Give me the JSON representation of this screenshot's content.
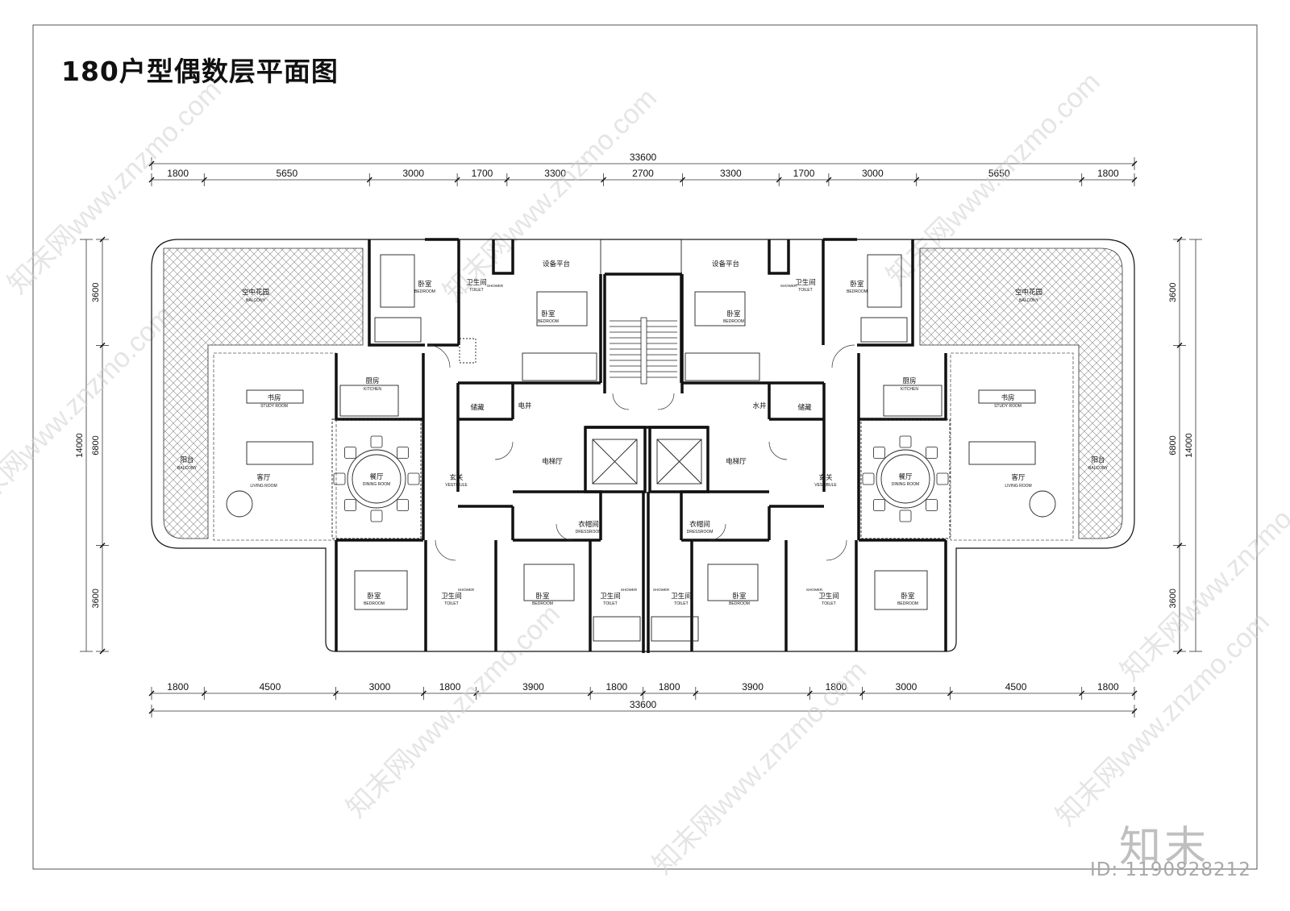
{
  "title": "180户型偶数层平面图",
  "watermark": {
    "brand": "知末",
    "id": "ID: 1190828212",
    "tile_text": "知末网www.znzmo.com"
  },
  "dimensions": {
    "top_total": "33600",
    "top_segments": [
      "1800",
      "5650",
      "3000",
      "1700",
      "3300",
      "2700",
      "3300",
      "1700",
      "3000",
      "5650",
      "1800"
    ],
    "bottom_total": "33600",
    "bottom_segments": [
      "1800",
      "4500",
      "3000",
      "1800",
      "3900",
      "1800",
      "1800",
      "3900",
      "1800",
      "3000",
      "4500",
      "1800"
    ],
    "left_total": "14000",
    "left_segments": [
      "3600",
      "6800",
      "3600"
    ],
    "right_total": "14000",
    "right_segments": [
      "3600",
      "6800",
      "3600"
    ]
  },
  "rooms": {
    "sky_garden": {
      "cn": "空中花园",
      "en": "BALCONY"
    },
    "balcony": {
      "cn": "阳台",
      "en": "BALCONY"
    },
    "study": {
      "cn": "书房",
      "en": "STUDY ROOM"
    },
    "living": {
      "cn": "客厅",
      "en": "LIVING ROOM"
    },
    "kitchen": {
      "cn": "厨房",
      "en": "KITCHEN"
    },
    "dining": {
      "cn": "餐厅",
      "en": "DINING ROOM"
    },
    "bedroom": {
      "cn": "卧室",
      "en": "BEDROOM"
    },
    "toilet": {
      "cn": "卫生间",
      "en": "TOILET"
    },
    "storage": "储藏",
    "vestibule": {
      "cn": "玄关",
      "en": "VESTIBULE"
    },
    "equipment_platform": "设备平台",
    "elevator_hall": "电梯厅",
    "electric_shaft": "电井",
    "water_shaft": "水井",
    "dressing": {
      "cn": "衣帽间",
      "en": "DRESSROOM"
    },
    "shower": "SHOWER"
  }
}
